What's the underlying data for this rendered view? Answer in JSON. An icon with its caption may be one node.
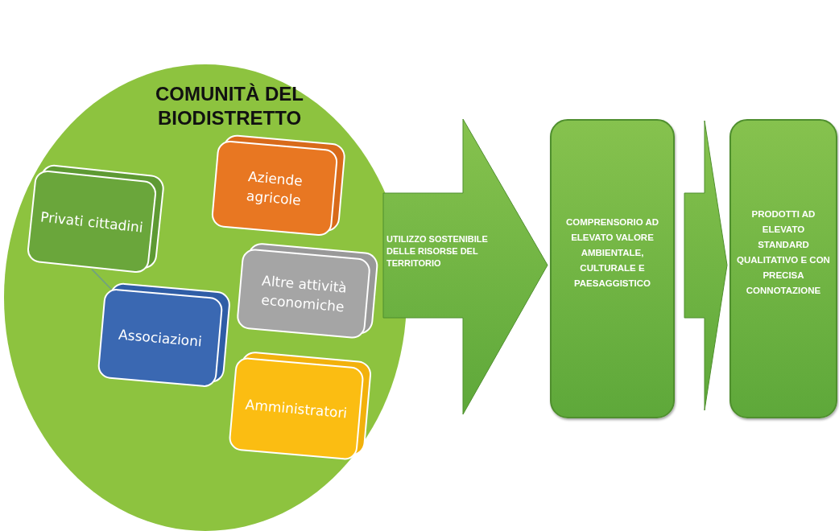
{
  "diagram": {
    "nodes": [
      {
        "text": [
          "COMUNITÀ DEL BIODISTRETTO"
        ]
      },
      {
        "text": [
          "Privati cittadini"
        ],
        "in": 0
      },
      {
        "text": [
          "Aziende agricole"
        ],
        "in": 0
      },
      {
        "text": [
          "Altre attività economiche"
        ],
        "in": 0
      },
      {
        "text": [
          "Associazioni"
        ],
        "in": 0
      },
      {
        "text": [
          "Amministratori"
        ],
        "in": 0
      },
      {
        "text": [
          "COMPRENSORIO AD ELEVATO VALORE AMBIENTALE, CULTURALE E PAESAGGISTICO"
        ]
      },
      {
        "text": [
          "PRODOTTI AD ELEVATO STANDARD QUALITATIVO E CON PRECISA CONNOTAZIONE"
        ]
      }
    ],
    "edges": [
      {
        "from": 0,
        "to": 6,
        "arrow": "to",
        "label": "UTILIZZO SOSTENIBILE DELLE RISORSE DEL TERRITORIO"
      },
      {
        "from": 6,
        "to": 7,
        "arrow": "to"
      },
      {
        "from": 1,
        "to": 4,
        "arrow": "none",
        "color": "#6f9f86"
      }
    ]
  }
}
